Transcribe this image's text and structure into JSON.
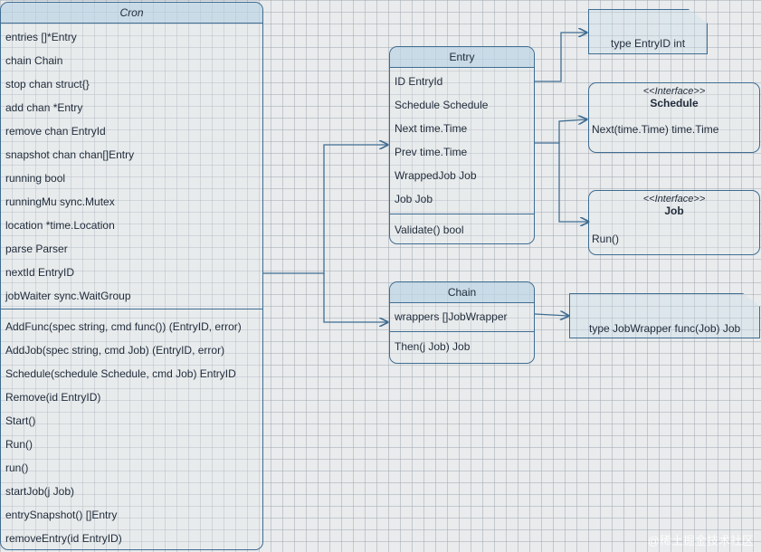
{
  "cron": {
    "title": "Cron",
    "fields": [
      "entries []*Entry",
      "chain Chain",
      "stop chan struct{}",
      "add chan *Entry",
      "remove chan EntryId",
      "snapshot chan chan[]Entry",
      "running bool",
      "runningMu sync.Mutex",
      "location *time.Location",
      "parse Parser",
      "nextId EntryID",
      "jobWaiter sync.WaitGroup"
    ],
    "methods": [
      "AddFunc(spec string, cmd func()) (EntryID, error)",
      "AddJob(spec string, cmd Job) (EntryID, error)",
      "Schedule(schedule Schedule, cmd Job) EntryID",
      "Remove(id EntryID)",
      "Start()",
      "Run()",
      "run()",
      "startJob(j Job)",
      "entrySnapshot() []Entry",
      "removeEntry(id EntryID)"
    ]
  },
  "entry": {
    "title": "Entry",
    "fields": [
      "ID EntryId",
      "Schedule Schedule",
      "Next time.Time",
      "Prev time.Time",
      "WrappedJob Job",
      "Job Job"
    ],
    "methods": [
      "Validate() bool"
    ]
  },
  "chain": {
    "title": "Chain",
    "fields": [
      "wrappers []JobWrapper"
    ],
    "methods": [
      "Then(j Job) Job"
    ]
  },
  "entry_id_note": {
    "text": "type EntryID int"
  },
  "schedule_iface": {
    "stereotype": "<<Interface>>",
    "name": "Schedule",
    "method": "Next(time.Time) time.Time"
  },
  "job_iface": {
    "stereotype": "<<Interface>>",
    "name": "Job",
    "method": "Run()"
  },
  "job_wrapper_note": {
    "text": "type JobWrapper func(Job) Job"
  },
  "watermark": "@稀土掘金技术社区",
  "colors": {
    "stroke": "#3f6d92",
    "header": "#afcde1",
    "background": "#e9ebec"
  }
}
